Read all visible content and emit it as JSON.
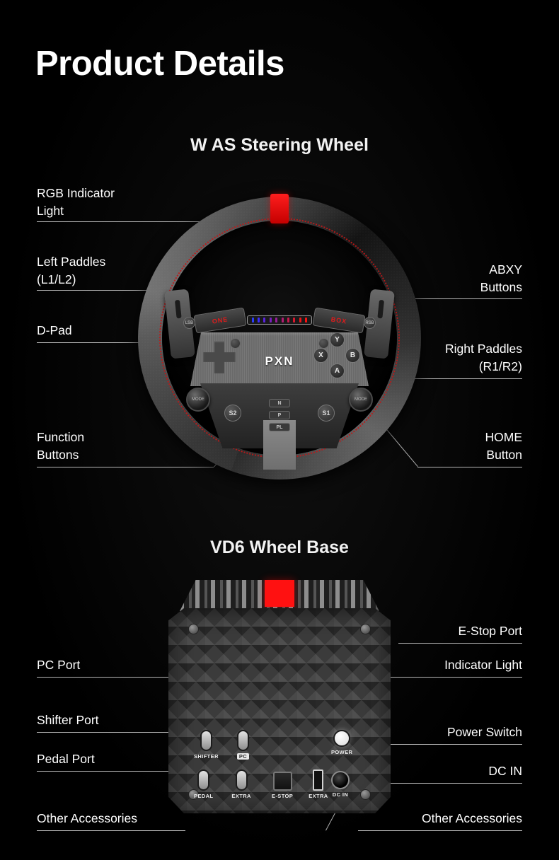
{
  "page": {
    "title": "Product Details",
    "background_color": "#000000",
    "accent_color": "#ff1111"
  },
  "sections": [
    {
      "id": "steering-wheel",
      "title": "W AS Steering Wheel",
      "left_callouts": [
        {
          "label": "RGB Indicator\nLight"
        },
        {
          "label": "Left Paddles\n(L1/L2)"
        },
        {
          "label": "D-Pad"
        },
        {
          "label": "Function\nButtons"
        }
      ],
      "right_callouts": [
        {
          "label": "ABXY\nButtons"
        },
        {
          "label": "Right Paddles\n(R1/R2)"
        },
        {
          "label": "HOME\nButton"
        }
      ],
      "device": {
        "brand_logo": "PXN",
        "abxy": [
          "Y",
          "X",
          "B",
          "A"
        ],
        "shoulder_left": "ONE",
        "shoulder_right": "BOX",
        "mini_left": "LSB",
        "mini_right": "RSB",
        "mode_buttons": [
          "N",
          "P",
          "PL"
        ],
        "side_buttons": [
          "S2",
          "S1"
        ],
        "encoder_left": "MODE",
        "encoder_right": "MODE"
      }
    },
    {
      "id": "wheel-base",
      "title": "VD6 Wheel Base",
      "left_callouts": [
        {
          "label": "PC Port"
        },
        {
          "label": "Shifter Port"
        },
        {
          "label": "Pedal Port"
        },
        {
          "label": "Other Accessories"
        }
      ],
      "right_callouts": [
        {
          "label": "E-Stop Port"
        },
        {
          "label": "Indicator Light"
        },
        {
          "label": "Power Switch"
        },
        {
          "label": "DC IN"
        },
        {
          "label": "Other Accessories"
        }
      ],
      "ports_top_row": [
        {
          "name": "SHIFTER",
          "type": "jack"
        },
        {
          "name": "PC",
          "type": "jack",
          "boxed": true
        }
      ],
      "ports_bottom_row": [
        {
          "name": "PEDAL",
          "type": "jack"
        },
        {
          "name": "EXTRA",
          "type": "jack"
        }
      ],
      "ports_center": [
        {
          "name": "E-STOP",
          "type": "rj"
        },
        {
          "name": "EXTRA",
          "type": "usb"
        }
      ],
      "ports_right": [
        {
          "name": "POWER",
          "type": "led"
        },
        {
          "name": "DC IN",
          "type": "dc"
        }
      ]
    }
  ]
}
